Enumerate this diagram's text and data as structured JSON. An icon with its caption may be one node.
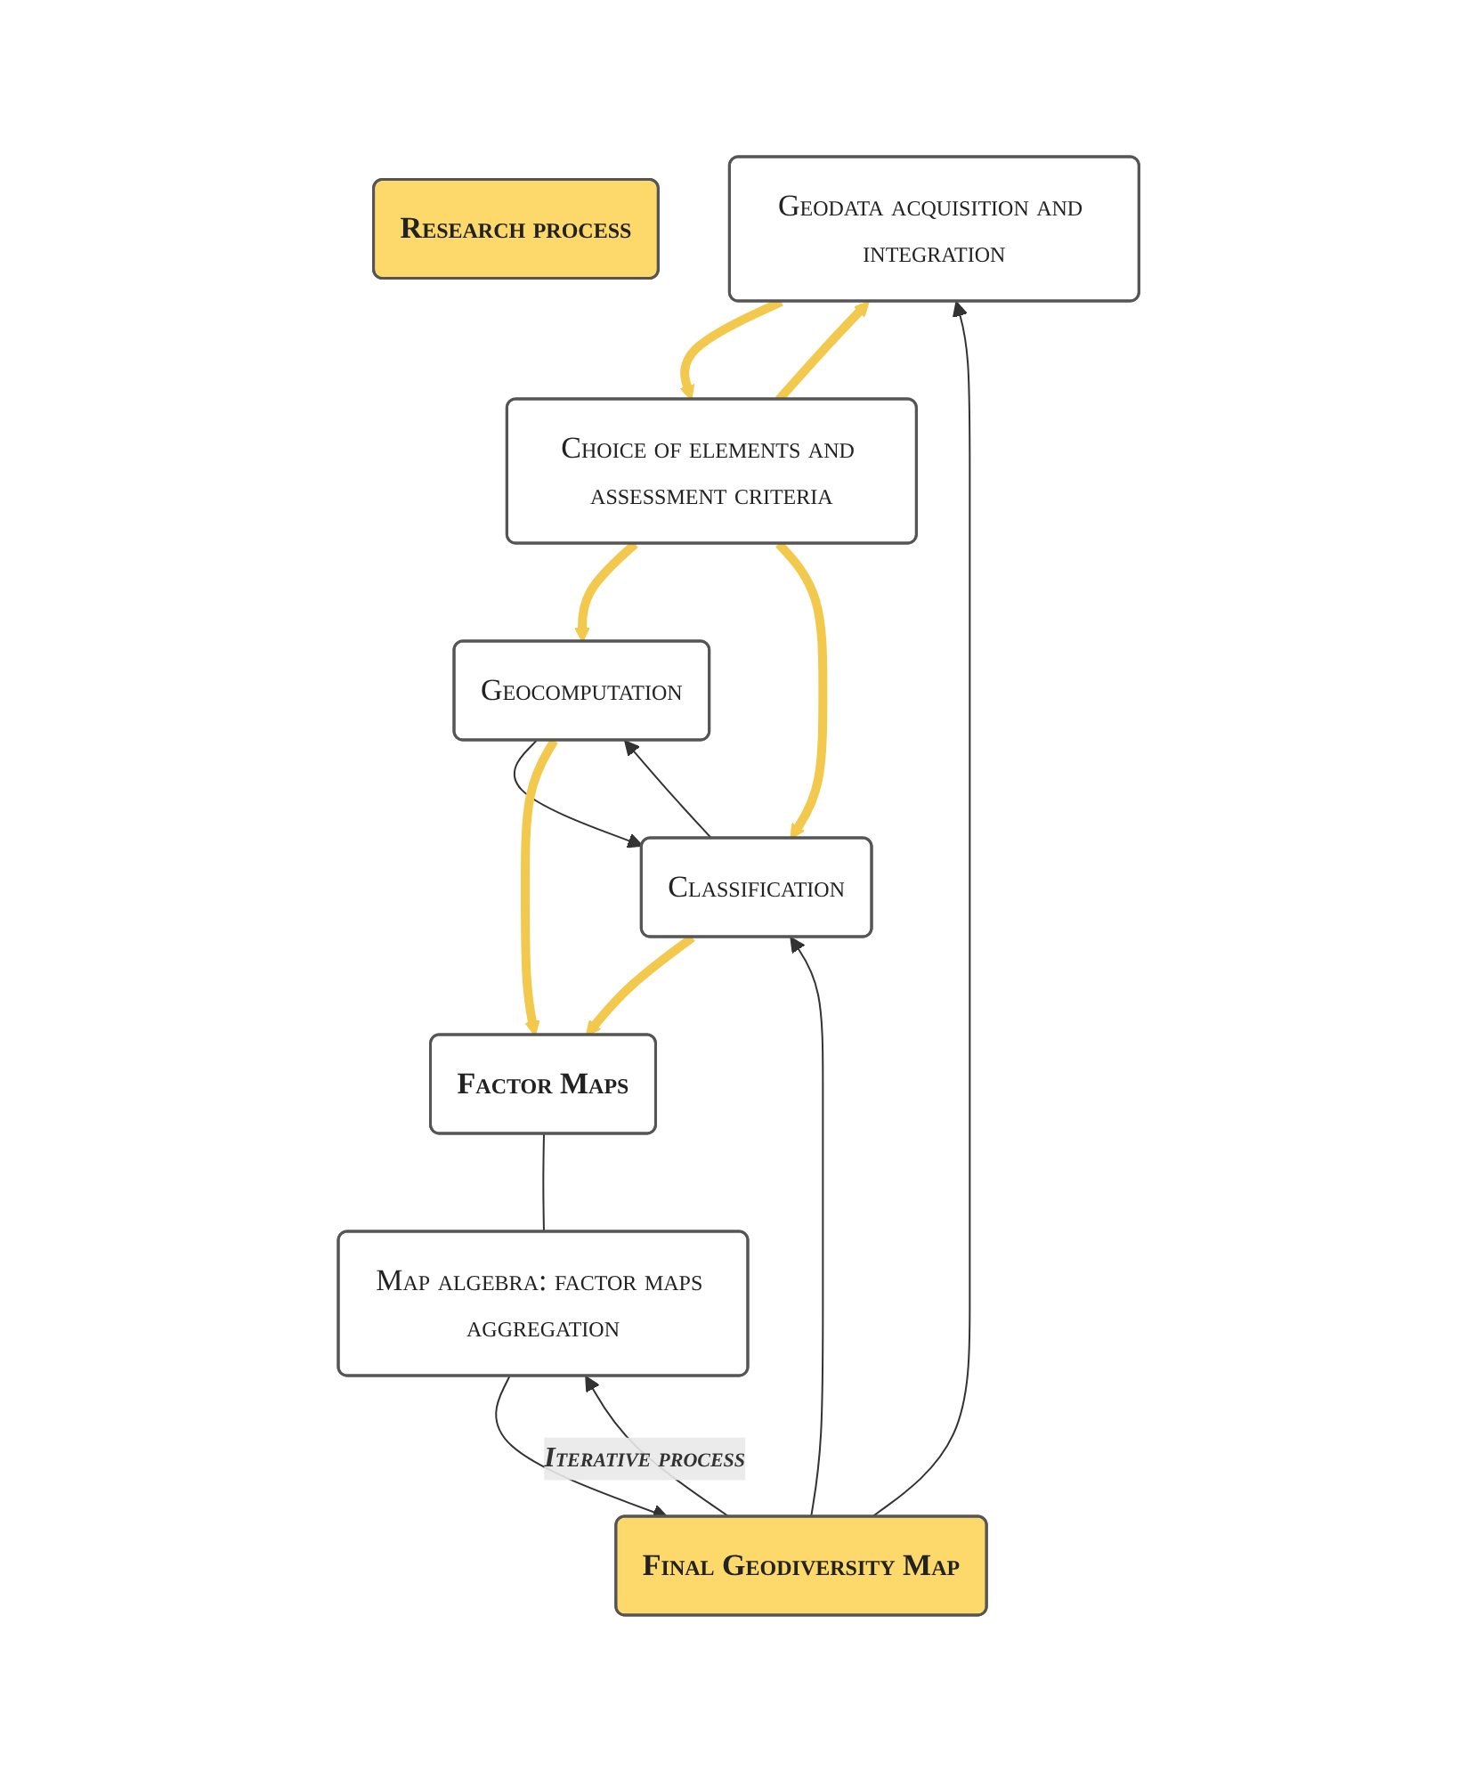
{
  "diagram": {
    "nodes": [
      {
        "text": [
          "Research process"
        ]
      },
      {
        "text": [
          "Geodata acquisition and integration"
        ]
      },
      {
        "text": [
          "Choice of elements and assessment criteria"
        ]
      },
      {
        "text": [
          "Geocomputation"
        ]
      },
      {
        "text": [
          "Classification"
        ]
      },
      {
        "text": [
          "Factor Maps"
        ]
      },
      {
        "text": [
          "Map algebra: factor maps aggregation"
        ]
      },
      {
        "text": [
          "Final Geodiversity Map"
        ]
      }
    ],
    "edges": [
      {
        "from": 1,
        "to": 2,
        "arrow": "to",
        "style": "thick",
        "color": "#f2c94c"
      },
      {
        "from": 2,
        "to": 1,
        "arrow": "to",
        "style": "thick",
        "color": "#f2c94c"
      },
      {
        "from": 2,
        "to": 3,
        "arrow": "to",
        "style": "thick",
        "color": "#f2c94c"
      },
      {
        "from": 2,
        "to": 4,
        "arrow": "to",
        "style": "thick",
        "color": "#f2c94c"
      },
      {
        "from": 3,
        "to": 4,
        "arrow": "to"
      },
      {
        "from": 4,
        "to": 3,
        "arrow": "to"
      },
      {
        "from": 3,
        "to": 5,
        "arrow": "to",
        "style": "thick",
        "color": "#f2c94c"
      },
      {
        "from": 4,
        "to": 5,
        "arrow": "to",
        "style": "thick",
        "color": "#f2c94c"
      },
      {
        "from": 5,
        "to": 6,
        "arrow": "none"
      },
      {
        "from": 6,
        "to": 7,
        "arrow": "to"
      },
      {
        "from": 7,
        "to": 1,
        "arrow": "to"
      },
      {
        "from": 7,
        "to": 4,
        "arrow": "to"
      },
      {
        "from": 7,
        "to": 6,
        "arrow": "to",
        "label": "Iterative process"
      }
    ]
  }
}
